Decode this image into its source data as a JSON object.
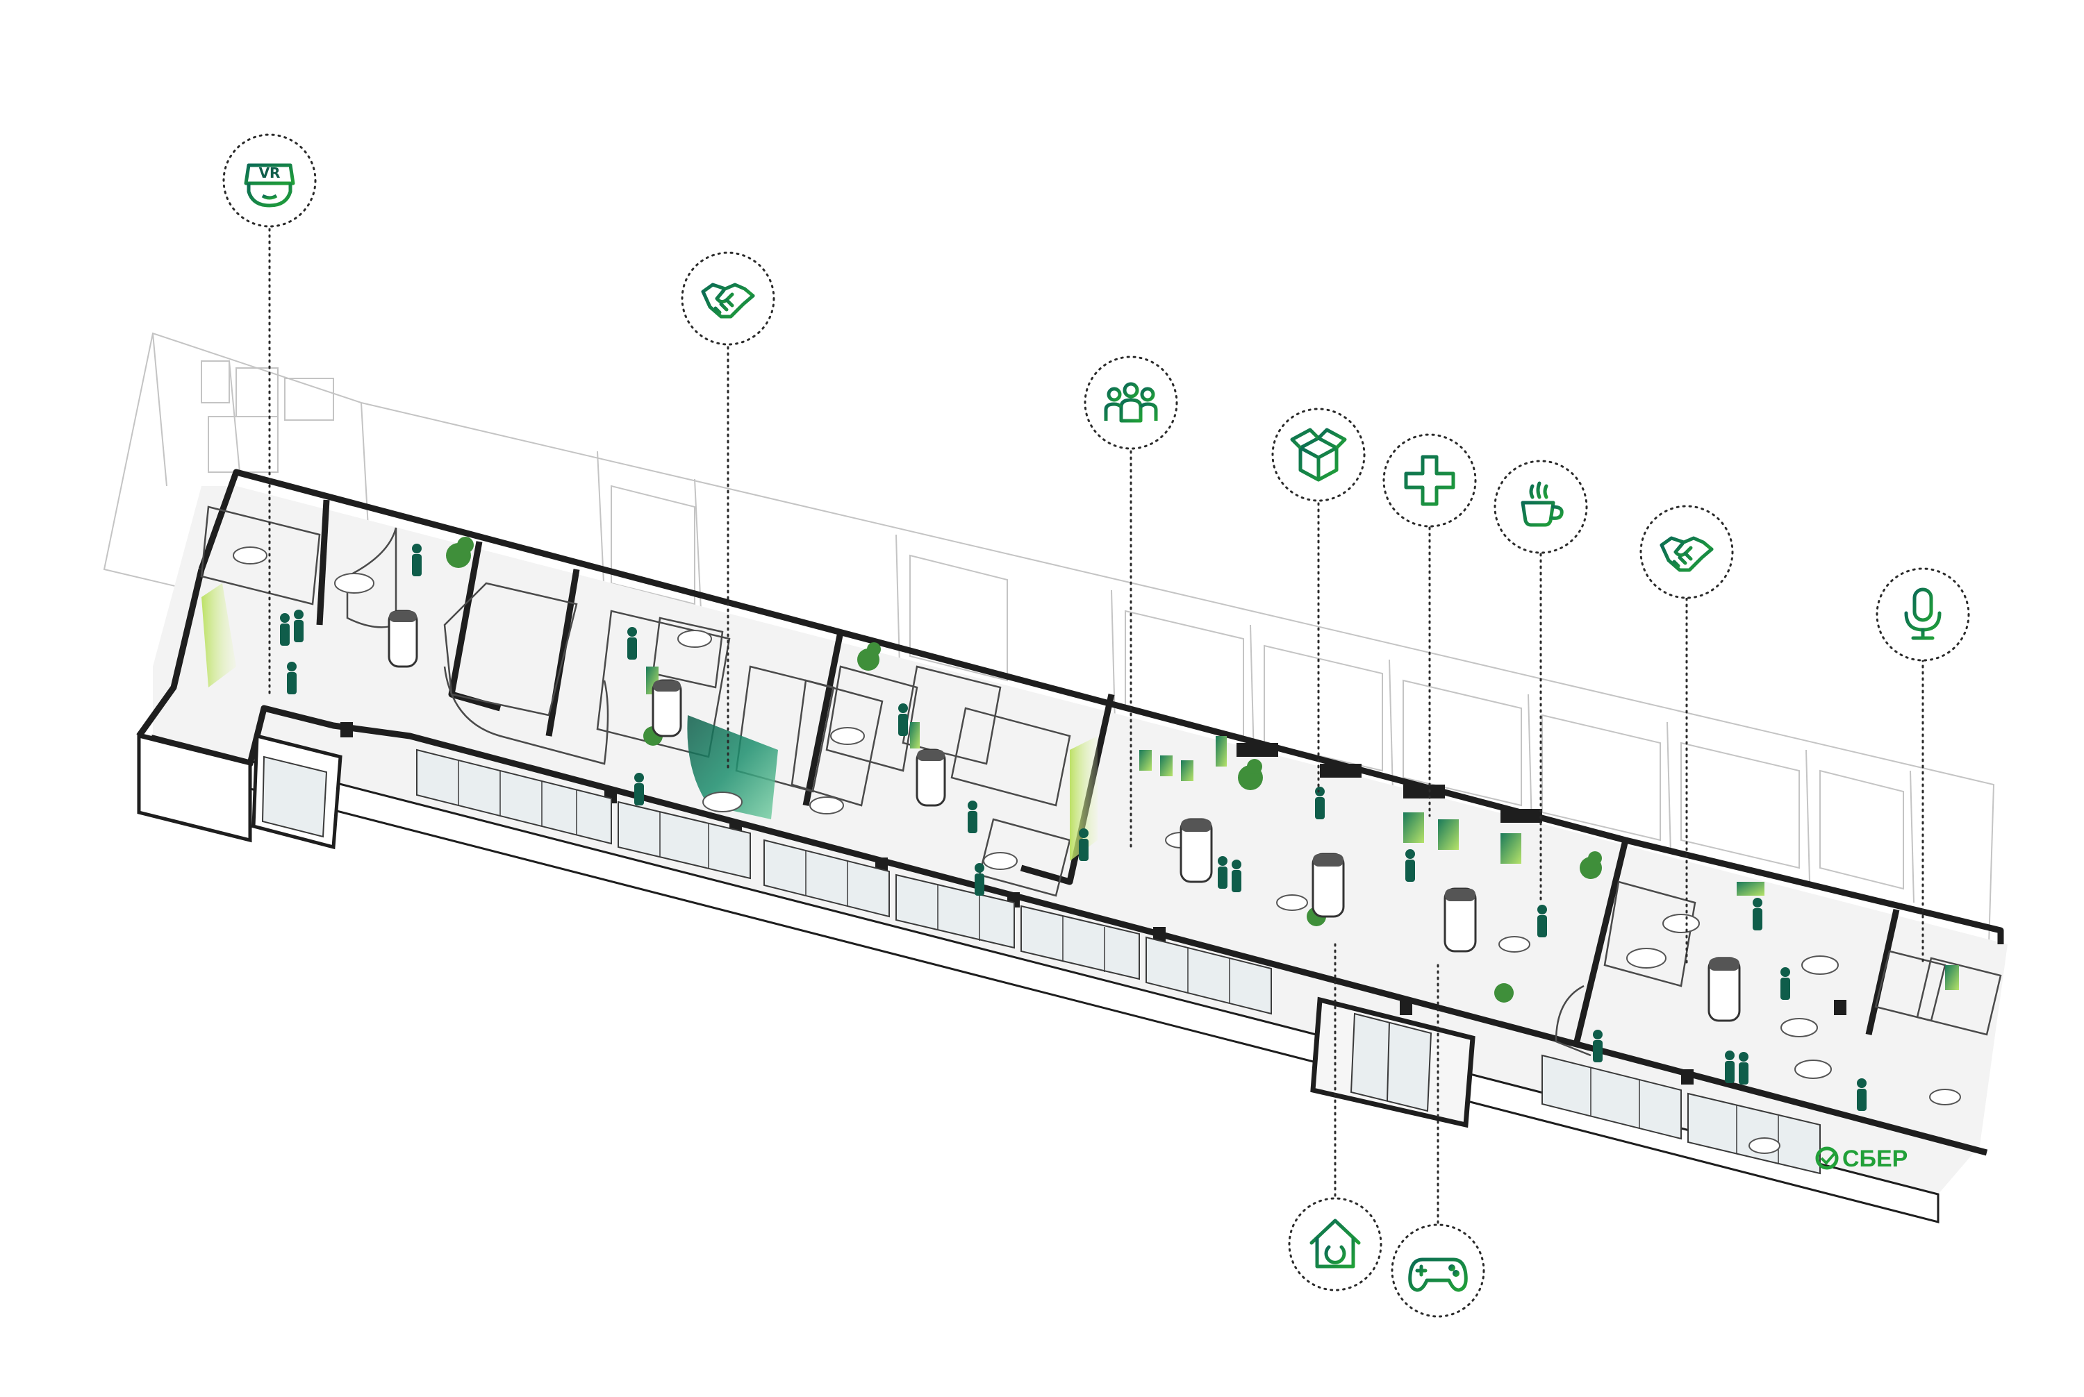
{
  "brand": {
    "name": "СБЕР",
    "color": "#21a038"
  },
  "colors": {
    "accent_dark": "#0f5d4a",
    "accent_green": "#21a038",
    "accent_lime": "#c9e87a",
    "wall_dark": "#1e1e1e",
    "wall_light": "#bdbdbd",
    "floor": "#ededed"
  },
  "callouts": [
    {
      "icon": "vr-headset-icon",
      "zone": "vr-zone"
    },
    {
      "icon": "handshake-icon",
      "zone": "meeting-rooms-west"
    },
    {
      "icon": "team-icon",
      "zone": "coworking-area"
    },
    {
      "icon": "package-box-icon",
      "zone": "parcel-lockers"
    },
    {
      "icon": "medical-cross-icon",
      "zone": "first-aid-room"
    },
    {
      "icon": "coffee-cup-icon",
      "zone": "coffee-point"
    },
    {
      "icon": "handshake-icon",
      "zone": "meeting-rooms-east"
    },
    {
      "icon": "microphone-icon",
      "zone": "podcast-studio"
    },
    {
      "icon": "smart-home-icon",
      "zone": "smart-home-showroom"
    },
    {
      "icon": "gamepad-icon",
      "zone": "game-zone"
    }
  ]
}
